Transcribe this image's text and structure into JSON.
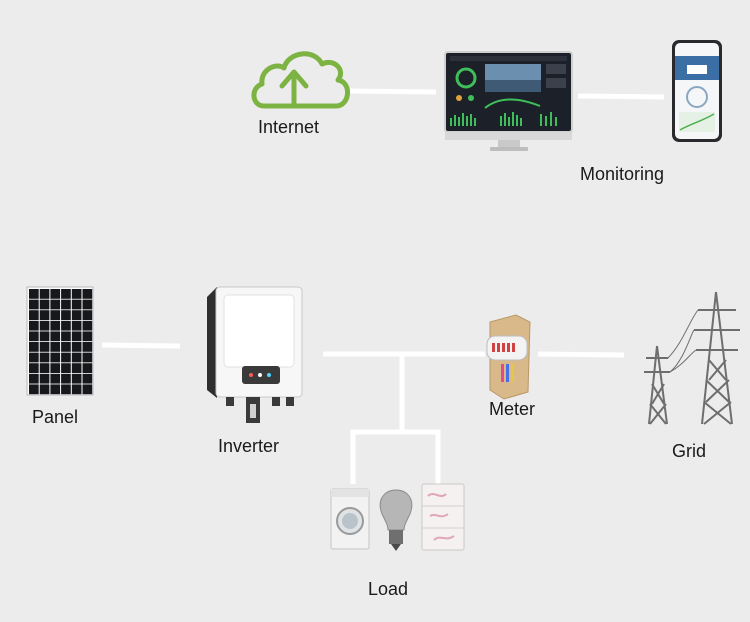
{
  "labels": {
    "internet": "Internet",
    "monitoring": "Monitoring",
    "panel": "Panel",
    "inverter": "Inverter",
    "meter": "Meter",
    "grid": "Grid",
    "load": "Load"
  },
  "colors": {
    "background": "#ececec",
    "connector": "#ffffff",
    "cloud": "#7db343",
    "screen_bg": "#1c2129",
    "accent_green": "#3fbf5a",
    "panel_cell": "#16181c",
    "tower": "#6e6e6e"
  },
  "icons": {
    "internet": "cloud-upload-icon",
    "monitoring": "desktop-monitor-and-phone-icon",
    "panel": "solar-panel-icon",
    "inverter": "inverter-icon",
    "meter": "electric-meter-icon",
    "grid": "power-tower-icon",
    "load": "household-appliances-icon"
  }
}
